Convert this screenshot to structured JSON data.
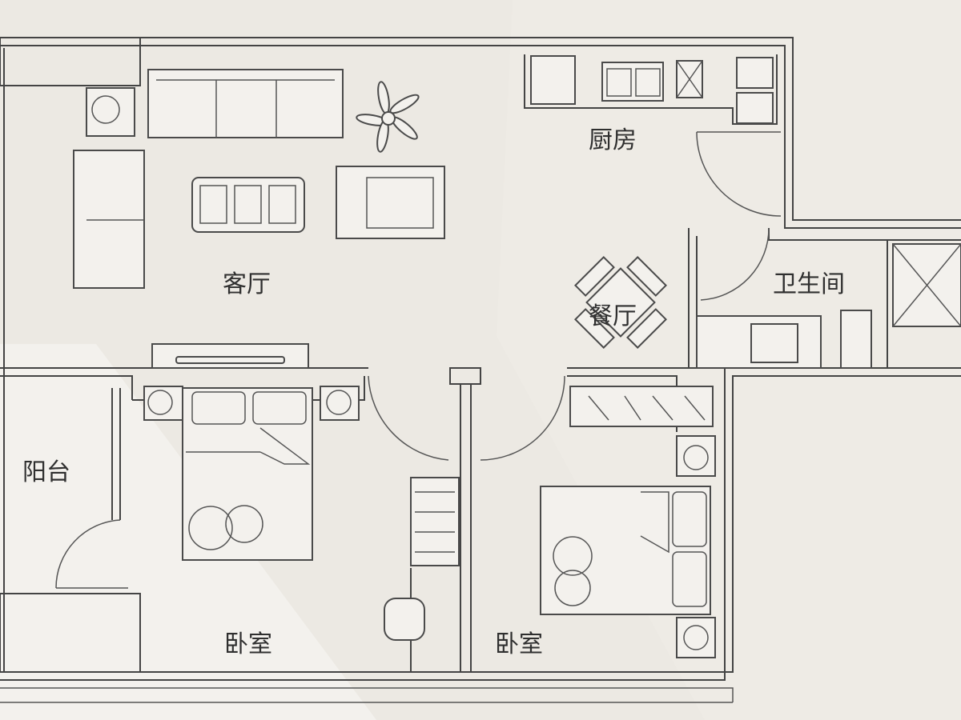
{
  "rooms": {
    "living_room": "客厅",
    "kitchen": "厨房",
    "dining_room": "餐厅",
    "bathroom": "卫生间",
    "balcony": "阳台",
    "bedroom_left": "卧室",
    "bedroom_right": "卧室"
  },
  "colors": {
    "background": "#ece9e3",
    "light_area": "#f2f0ec",
    "wall_line": "#444444",
    "label_text": "#2f2f2f"
  }
}
